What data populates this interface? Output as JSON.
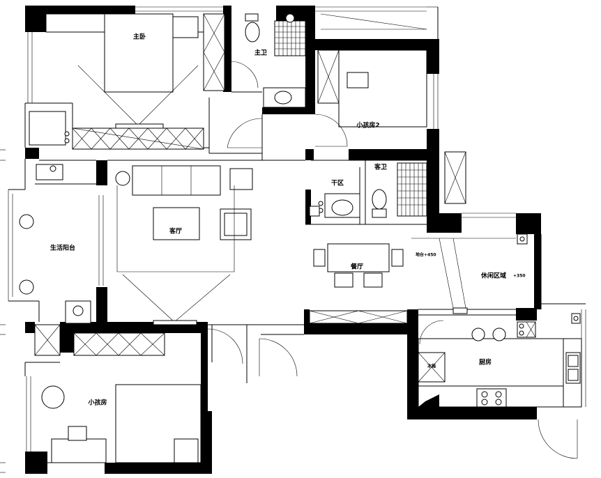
{
  "rooms": {
    "master_bedroom": "主卧",
    "master_bath": "主卫",
    "kids_room_2": "小孩房2",
    "dry_zone": "干区",
    "guest_bath": "客卫",
    "living_room": "客厅",
    "living_balcony": "生活阳台",
    "dining_room": "餐厅",
    "leisure_area": "休闲区域",
    "leisure_area_note": "+350",
    "kitchen": "厨房",
    "kids_room": "小孩房",
    "step_note": "地台+450",
    "appliance_label": "冰箱"
  },
  "colors": {
    "wall": "#000000",
    "background": "#ffffff"
  }
}
